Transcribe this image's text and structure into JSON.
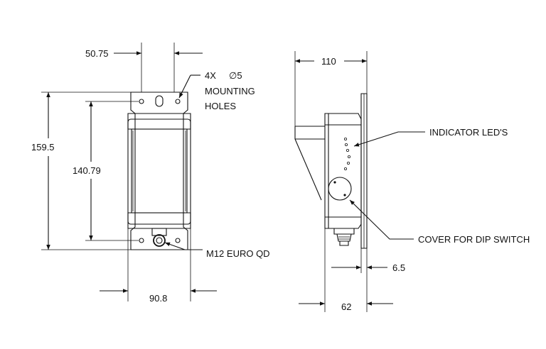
{
  "dimensions": {
    "top_width": "50.75",
    "overall_height": "159.5",
    "inner_height": "140.79",
    "bottom_width": "90.8",
    "side_depth": "110",
    "flange": "6.5",
    "base_depth": "62"
  },
  "callouts": {
    "mounting_qty": "4X",
    "mounting_dia": "∅5",
    "mounting_line1": "MOUNTING",
    "mounting_line2": "HOLES",
    "connector": "M12 EURO QD",
    "indicator": "INDICATOR LED'S",
    "dip_cover": "COVER FOR DIP SWITCH"
  },
  "colors": {
    "line": "#111111",
    "background": "#ffffff"
  }
}
